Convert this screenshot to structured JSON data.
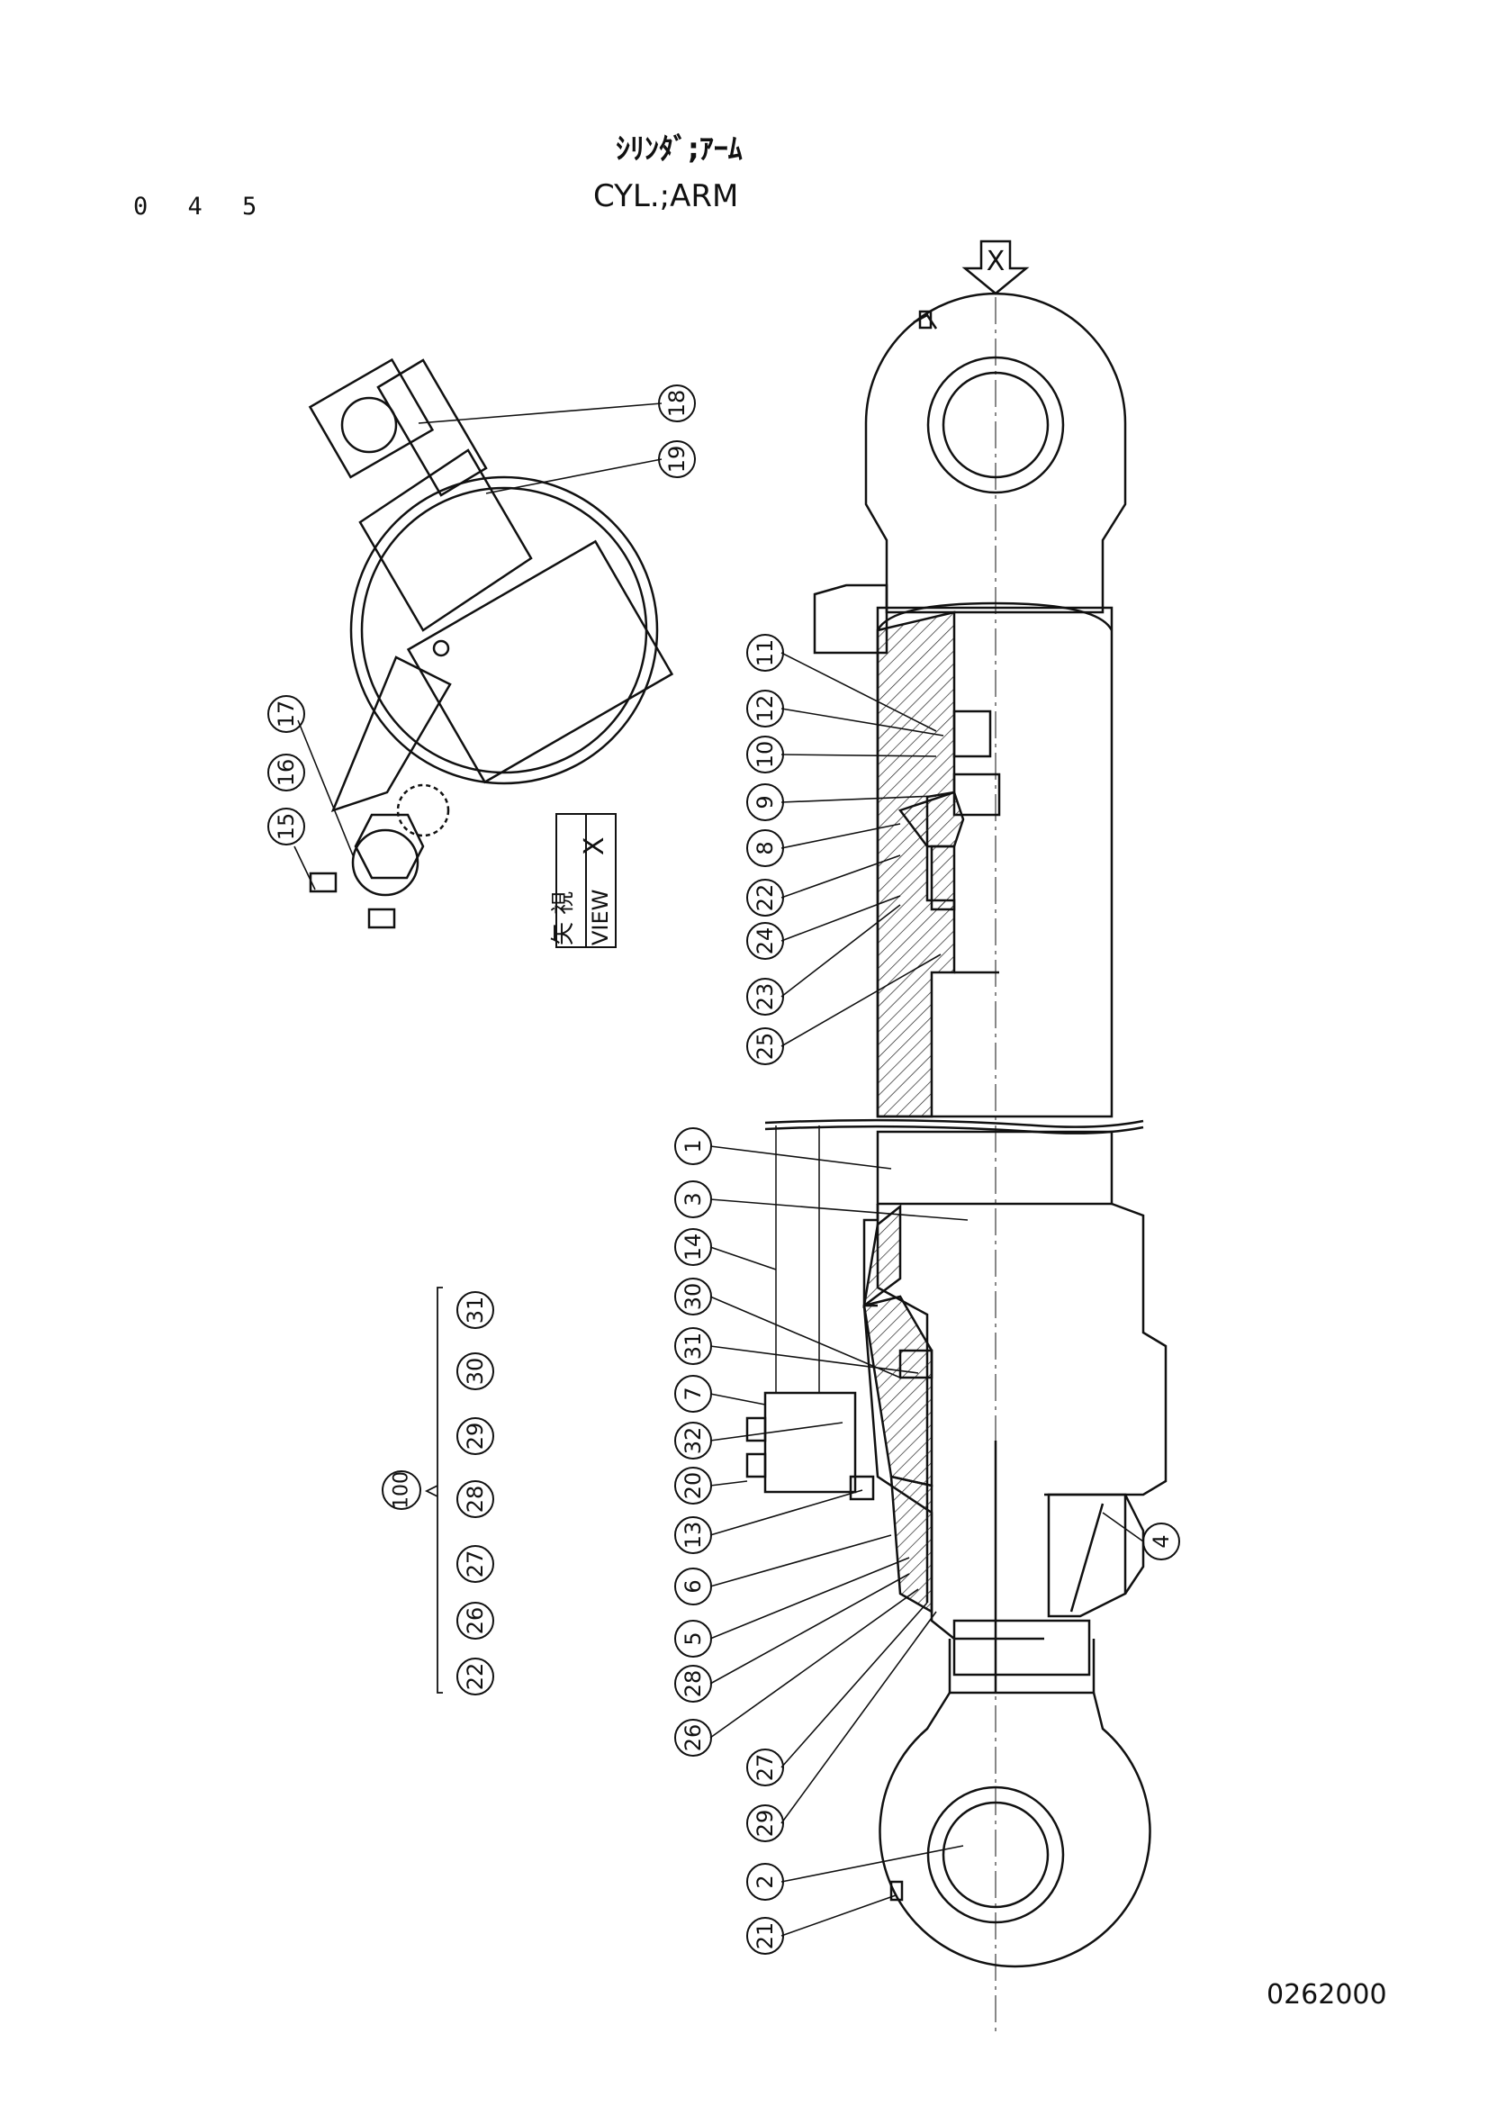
{
  "page_number": "0 4 5",
  "title_jp": "ｼﾘﾝﾀﾞ;ｱｰﾑ",
  "title_en": "CYL.;ARM",
  "drawing_number": "0262000",
  "view_marker": "X",
  "view_label": {
    "jp": "矢 視",
    "en": "VIEW",
    "letter": "X"
  },
  "kit": {
    "label": "100",
    "parts": [
      "22",
      "26",
      "27",
      "28",
      "29",
      "30",
      "31"
    ]
  },
  "callouts": [
    {
      "label": "18"
    },
    {
      "label": "19"
    },
    {
      "label": "15"
    },
    {
      "label": "16"
    },
    {
      "label": "17"
    },
    {
      "label": "11"
    },
    {
      "label": "12"
    },
    {
      "label": "10"
    },
    {
      "label": "9"
    },
    {
      "label": "8"
    },
    {
      "label": "22"
    },
    {
      "label": "24"
    },
    {
      "label": "23"
    },
    {
      "label": "25"
    },
    {
      "label": "1"
    },
    {
      "label": "3"
    },
    {
      "label": "14"
    },
    {
      "label": "30"
    },
    {
      "label": "31"
    },
    {
      "label": "7"
    },
    {
      "label": "32"
    },
    {
      "label": "20"
    },
    {
      "label": "13"
    },
    {
      "label": "6"
    },
    {
      "label": "5"
    },
    {
      "label": "28"
    },
    {
      "label": "26"
    },
    {
      "label": "27"
    },
    {
      "label": "29"
    },
    {
      "label": "2"
    },
    {
      "label": "21"
    },
    {
      "label": "4"
    }
  ]
}
